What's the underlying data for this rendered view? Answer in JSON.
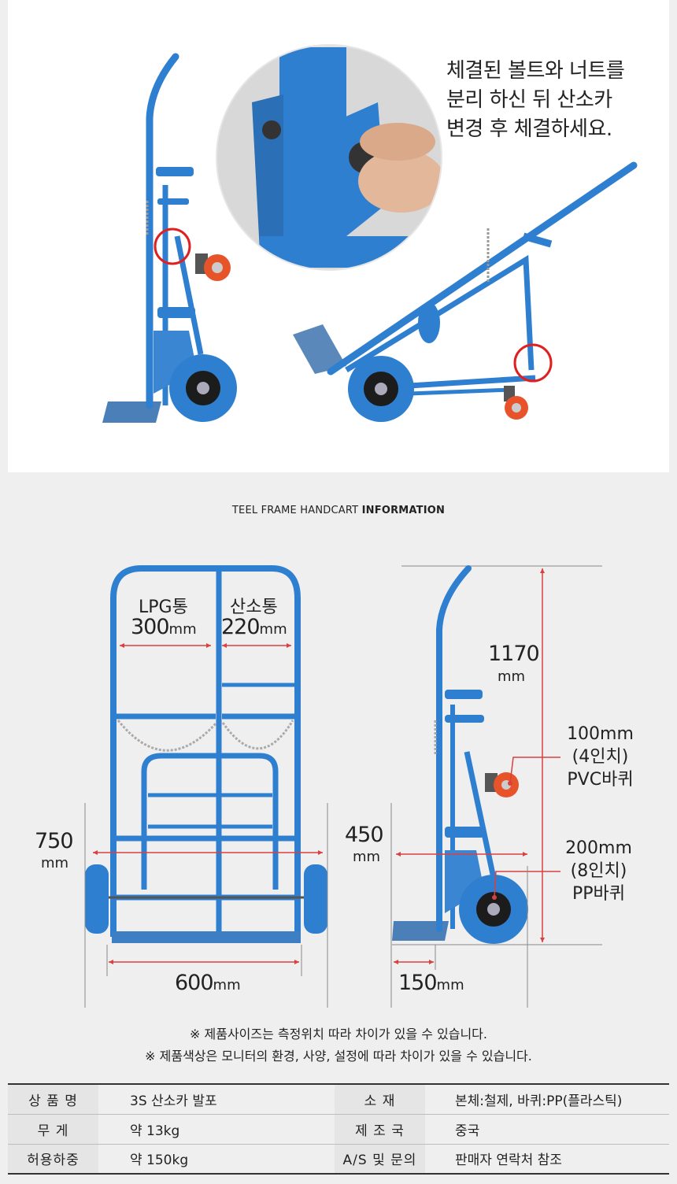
{
  "instruction": {
    "line1": "체결된 볼트와 너트를",
    "line2": "분리 하신 뒤 산소카",
    "line3": "변경 후 체결하세요."
  },
  "section_title": {
    "prefix": "TEEL FRAME HANDCART",
    "bold": "INFORMATION"
  },
  "front_view": {
    "lpg_label": "LPG통",
    "lpg_value": "300",
    "oxygen_label": "산소통",
    "oxygen_value": "220",
    "height_value": "750",
    "width_value": "600",
    "unit": "mm"
  },
  "side_view": {
    "total_height": "1170",
    "height_450": "450",
    "plate_value": "150",
    "small_wheel": {
      "size": "100mm",
      "inch": "(4인치)",
      "type": "PVC바퀴"
    },
    "big_wheel": {
      "size": "200mm",
      "inch": "(8인치)",
      "type": "PP바퀴"
    },
    "unit": "mm"
  },
  "notes": [
    "※ 제품사이즈는 측정위치 따라 차이가 있을 수 있습니다.",
    "※ 제품색상은 모니터의 환경, 사양, 설정에 따라 차이가 있을 수 있습니다."
  ],
  "spec_table": [
    {
      "k1": "상 품 명",
      "v1": "3S 산소카 발포",
      "k2": "소     재",
      "v2": "본체:철제, 바퀴:PP(플라스틱)"
    },
    {
      "k1": "무     게",
      "v1": "약 13kg",
      "k2": "제 조 국",
      "v2": "중국"
    },
    {
      "k1": "허용하중",
      "v1": "약 150kg",
      "k2": "A/S 및 문의",
      "v2": "판매자 연락처 참조"
    }
  ],
  "colors": {
    "frame_blue": "#2f7fd0",
    "wheel_orange": "#e8542a",
    "marker_red": "#e02020",
    "dim_red": "#d94040"
  }
}
